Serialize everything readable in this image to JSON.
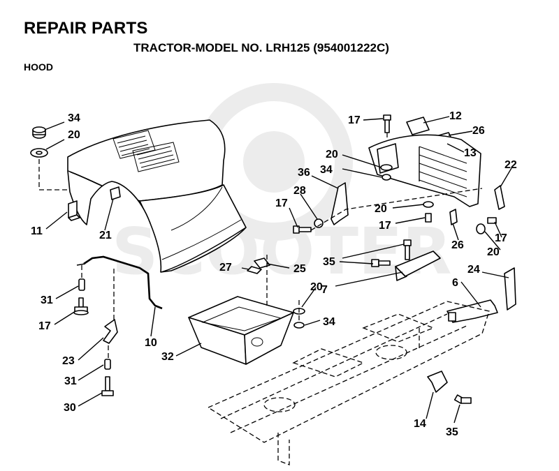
{
  "header": {
    "title": "REPAIR PARTS",
    "model": "TRACTOR-MODEL NO. LRH125 (954001222C)",
    "section": "HOOD"
  },
  "watermark": {
    "text": "SCOOTER",
    "color": "#ececec"
  },
  "callouts": [
    {
      "id": "c34a",
      "label": "34"
    },
    {
      "id": "c20a",
      "label": "20"
    },
    {
      "id": "c11",
      "label": "11"
    },
    {
      "id": "c21",
      "label": "21"
    },
    {
      "id": "c31a",
      "label": "31"
    },
    {
      "id": "c17a",
      "label": "17"
    },
    {
      "id": "c10",
      "label": "10"
    },
    {
      "id": "c23",
      "label": "23"
    },
    {
      "id": "c31b",
      "label": "31"
    },
    {
      "id": "c30",
      "label": "30"
    },
    {
      "id": "c27",
      "label": "27"
    },
    {
      "id": "c25",
      "label": "25"
    },
    {
      "id": "c32",
      "label": "32"
    },
    {
      "id": "c17b",
      "label": "17"
    },
    {
      "id": "c12",
      "label": "12"
    },
    {
      "id": "c26a",
      "label": "26"
    },
    {
      "id": "c13",
      "label": "13"
    },
    {
      "id": "c20b",
      "label": "20"
    },
    {
      "id": "c34b",
      "label": "34"
    },
    {
      "id": "c36",
      "label": "36"
    },
    {
      "id": "c22",
      "label": "22"
    },
    {
      "id": "c28",
      "label": "28"
    },
    {
      "id": "c17c",
      "label": "17"
    },
    {
      "id": "c20c",
      "label": "20"
    },
    {
      "id": "c17d",
      "label": "17"
    },
    {
      "id": "c17e",
      "label": "17"
    },
    {
      "id": "c26b",
      "label": "26"
    },
    {
      "id": "c20d",
      "label": "20"
    },
    {
      "id": "c35a",
      "label": "35"
    },
    {
      "id": "c7",
      "label": "7"
    },
    {
      "id": "c24",
      "label": "24"
    },
    {
      "id": "c6",
      "label": "6"
    },
    {
      "id": "c20e",
      "label": "20"
    },
    {
      "id": "c34c",
      "label": "34"
    },
    {
      "id": "c14",
      "label": "14"
    },
    {
      "id": "c35b",
      "label": "35"
    }
  ]
}
